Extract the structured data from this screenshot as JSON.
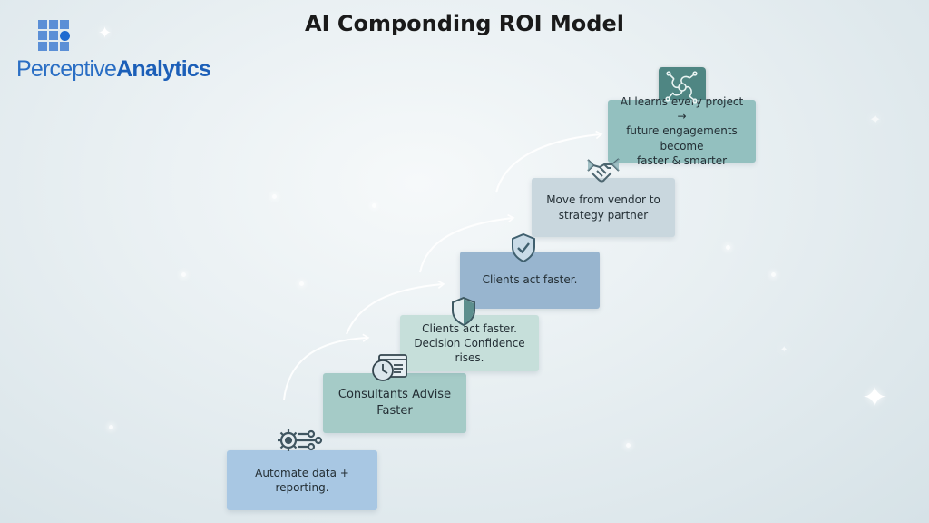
{
  "title": "AI Componding ROI Model",
  "logo": {
    "text_regular": "Perceptive",
    "text_bold": "Analytics",
    "icon": "grid-dot-logo",
    "color": "#2a6ec4"
  },
  "steps": [
    {
      "label": "Automate data + reporting.",
      "icon": "gear-network-icon",
      "color": "#a8c7e3"
    },
    {
      "label": "Consultants Advise Faster",
      "icon": "clock-document-icon",
      "color": "#a5cbc7"
    },
    {
      "label": "Clients act faster.\nDecision Confidence rises.",
      "icon": "shield-half-icon",
      "color": "#c6dfda"
    },
    {
      "label": "Clients act faster.",
      "icon": "shield-check-icon",
      "color": "#98b5cf"
    },
    {
      "label": "Move from vendor to\nstrategy partner",
      "icon": "handshake-icon",
      "color": "#c9d7de"
    },
    {
      "label": "AI learns every project →\nfuture engagements become\nfaster & smarter",
      "icon": "ai-circuit-icon",
      "color": "#93c0bf"
    }
  ]
}
